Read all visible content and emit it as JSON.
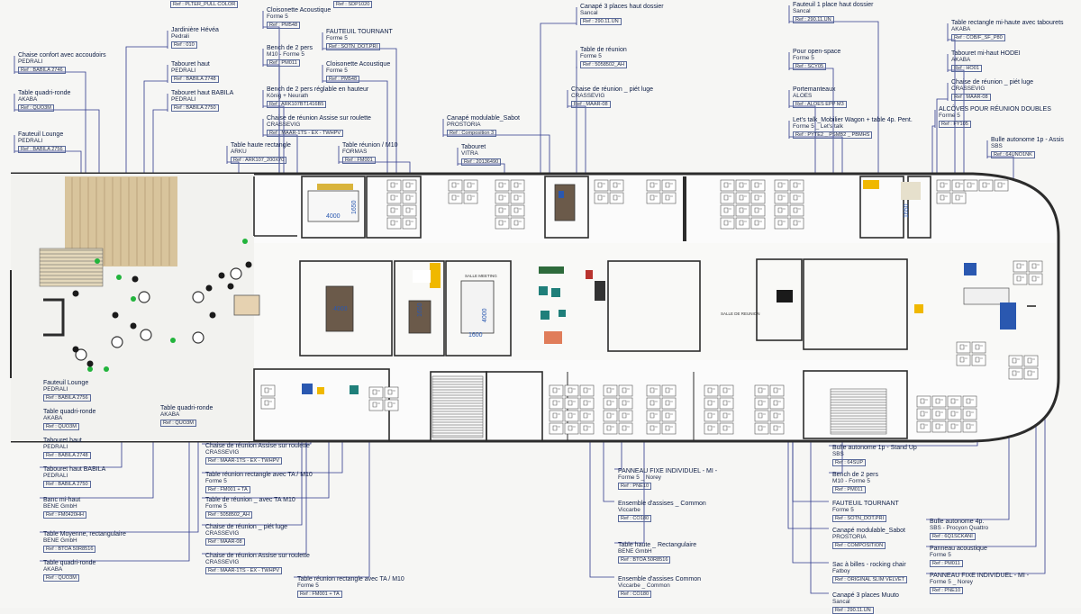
{
  "labels": {
    "top": [
      {
        "title": "Chaise confort avec accoudoirs",
        "brand": "PEDRALI",
        "ref": "Ref : BABILA 2746"
      },
      {
        "title": "Table quadri-ronde",
        "brand": "AKABA",
        "ref": "Ref : QUO3M"
      },
      {
        "title": "Fauteuil Lounge",
        "brand": "PEDRALI",
        "ref": "Ref : BABILA 2756"
      },
      {
        "title": "Jardinière Hévéa",
        "brand": "Pedrali",
        "ref": "Ref : 010"
      },
      {
        "title": "Tabouret haut",
        "brand": "PEDRALI",
        "ref": "Ref : BABILA 2748"
      },
      {
        "title": "Tabouret haut BABILA",
        "brand": "PEDRALI",
        "ref": "Ref : BABILA 2750"
      },
      {
        "title": "Table haute rectangle",
        "brand": "ARKU",
        "ref": "Ref : ARK107_200X70"
      },
      {
        "title": "Cloisonette Acoustique",
        "brand": "Forme 5",
        "ref": "Ref : PM548"
      },
      {
        "title": "Bench de 2 pers",
        "brand": "M10 - Forme 5",
        "ref": "Ref : PM011"
      },
      {
        "title": "Bench de 2 pers réglable en hauteur",
        "brand": "König + Neurath",
        "ref": "Ref : ARK107BT1416B5"
      },
      {
        "title": "Chaise de réunion Assise sur roulette",
        "brand": "CRASSEVIG",
        "ref": "Ref : MAAR-1TS - EX - TWHPV"
      },
      {
        "title": "FAUTEUIL TOURNANT",
        "brand": "Forme 5",
        "ref": "Ref : SOTN_DOT.PRI"
      },
      {
        "title": "Cloisonette Acoustique",
        "brand": "Forme 5",
        "ref": "Ref : PM548"
      },
      {
        "title": "Table réunion / M10",
        "brand": "FORMAS",
        "ref": "Ref : FM001"
      },
      {
        "title": "Canapé modulable_Sabot",
        "brand": "PROSTORIA",
        "ref": "Ref : Composition 3"
      },
      {
        "title": "Tabouret",
        "brand": "VITRA",
        "ref": "Ref : 20136490"
      },
      {
        "title": "Canapé 3 places haut dossier",
        "brand": "Sancal",
        "ref": "Ref : 290.11.UN"
      },
      {
        "title": "Table de réunion",
        "brand": "Forme 5",
        "ref": "Ref : 5058502_AH"
      },
      {
        "title": "Chaise de réunion _ piét luge",
        "brand": "CRASSEVIG",
        "ref": "Ref : MAAR-08"
      },
      {
        "title": "Fauteuil 1 place haut dossier",
        "brand": "Sancal",
        "ref": "Ref : 290.11.UN"
      },
      {
        "title": "Pour open-space",
        "brand": "Forme 5",
        "ref": "Ref : SCY05"
      },
      {
        "title": "Portemanteaux",
        "brand": "ALOES",
        "ref": "Ref : ALOES EPP M3"
      },
      {
        "title": "Let's talk_Mobilier Wagon + table 4p. Pent.",
        "brand": "Forme 5 _ Let's talk",
        "ref": "Ref : PYTE2 _ PSMB2 _ PBMHS"
      },
      {
        "title": "Table rectangle mi-haute avec tabourets",
        "brand": "AKABA",
        "ref": "Ref : COB/F_SF_P80"
      },
      {
        "title": "Tabouret mi-haut HODEI",
        "brand": "AKABA",
        "ref": "Ref : HO01"
      },
      {
        "title": "Chaise de réunion _ piét luge",
        "brand": "CRASSEVIG",
        "ref": "Ref : MAAR-08"
      },
      {
        "title": "ALCÔVES POUR RÉUNION DOUBLES",
        "brand": "Forme 5",
        "ref": "Ref : FY105"
      },
      {
        "title": "Bulle autonome 1p - Assis",
        "brand": "SBS",
        "ref": "Ref : 64UNO1NK"
      }
    ],
    "bottom": [
      {
        "title": "Fauteuil Lounge",
        "brand": "PEDRALI",
        "ref": "Ref : BABILA 2756"
      },
      {
        "title": "Table quadri-ronde",
        "brand": "AKABA",
        "ref": "Ref : QUO3M"
      },
      {
        "title": "Table quadri-ronde",
        "brand": "AKABA",
        "ref": "Ref : QUO3M"
      },
      {
        "title": "Tabouret haut",
        "brand": "PEDRALI",
        "ref": "Ref : BABILA 2748"
      },
      {
        "title": "Tabouret haut BABILA",
        "brand": "PEDRALI",
        "ref": "Ref : BABILA 2750"
      },
      {
        "title": "Banc mi-haut",
        "brand": "BENE GmbH",
        "ref": "Ref : FM0420HH"
      },
      {
        "title": "Table Moyenne, rectangulaire",
        "brand": "BENE GmbH",
        "ref": "Ref : BTOA 50R8516"
      },
      {
        "title": "Table quadri-ronde",
        "brand": "AKABA",
        "ref": "Ref : QUO3M"
      },
      {
        "title": "Chaise de réunion Assise sur roulette",
        "brand": "CRASSEVIG",
        "ref": "Ref : MAAR-1TS - EX - TWHPV"
      },
      {
        "title": "Table réunion rectangle avec TA / M10",
        "brand": "Forme 5",
        "ref": "Ref : FM001 + TA"
      },
      {
        "title": "Table de réunion _ avec TA M10",
        "brand": "Forme 5",
        "ref": "Ref : 5058502_AH"
      },
      {
        "title": "Chaise de réunion _ piét luge",
        "brand": "CRASSEVIG",
        "ref": "Ref : MAAR-08"
      },
      {
        "title": "Chaise de réunion Assise sur roulette",
        "brand": "CRASSEVIG",
        "ref": "Ref : MAAR-1TS - EX - TWHPV"
      },
      {
        "title": "Table réunion rectangle avec TA / M10",
        "brand": "Forme 5",
        "ref": "Ref : FM001 + TA"
      },
      {
        "title": "PANNEAU FIXE INDIVIDUEL - MI -",
        "brand": "Forme 5 _ Norey",
        "ref": "Ref : PNE10"
      },
      {
        "title": "Ensemble d'assises _ Common",
        "brand": "Viccarbe",
        "ref": "Ref : CO180"
      },
      {
        "title": "Table haute _ Rectangulaire",
        "brand": "BENE GmbH",
        "ref": "Ref : BTOA 50R8516"
      },
      {
        "title": "Ensemble d'assises Common",
        "brand": "Viccarbe _ Common",
        "ref": "Ref : CO180"
      },
      {
        "title": "Bulle autonome 1p - Stand Up",
        "brand": "SBS",
        "ref": "Ref : 64SUP"
      },
      {
        "title": "Bench de 2 pers",
        "brand": "M10 - Forme 5",
        "ref": "Ref : PM011"
      },
      {
        "title": "FAUTEUIL TOURNANT",
        "brand": "Forme 5",
        "ref": "Ref : SOTN_DOT.PRI"
      },
      {
        "title": "Canapé modulable_Sabot",
        "brand": "PROSTORIA",
        "ref": "Ref : COMPOSITION"
      },
      {
        "title": "Sac à billes - rocking chair",
        "brand": "Fatboy",
        "ref": "Ref : ORIGINAL SLIM VELVET"
      },
      {
        "title": "Canapé 3 places Muuto",
        "brand": "Sancal",
        "ref": "Ref : 290.11.UN"
      },
      {
        "title": "Bulle autonome 4p.",
        "brand": "SBS - Procyon Quattro",
        "ref": "Ref : 6Q1SCKANI"
      },
      {
        "title": "Panneau acoustique",
        "brand": "Forme 5",
        "ref": "Ref : PM011"
      },
      {
        "title": "PANNEAU FIXE INDIVIDUEL - MI -",
        "brand": "Forme 5 _ Norey",
        "ref": "Ref : PNE10"
      }
    ],
    "partial_top": [
      {
        "ref": "Ref : PLTER_PULL COLOR"
      },
      {
        "ref": "Ref : SDP1020"
      }
    ]
  },
  "dims": {
    "d1": "4000",
    "d2": "1650",
    "d3": "4000",
    "d4": "1650",
    "d5": "1600",
    "d6": "4000",
    "d7": "1650"
  },
  "rooms": {
    "r1": "SALLE MEETING",
    "r2": "SALLE DE REUNION"
  },
  "colors": {
    "wall": "#2c2c2c",
    "leader": "#2f3a8c",
    "text": "#0d1d45",
    "wood": "#d8c49c",
    "green": "#22b43c",
    "blue": "#2a58b0",
    "yellow": "#f0b800",
    "teal": "#1f7f7a",
    "red": "#b8332e"
  }
}
